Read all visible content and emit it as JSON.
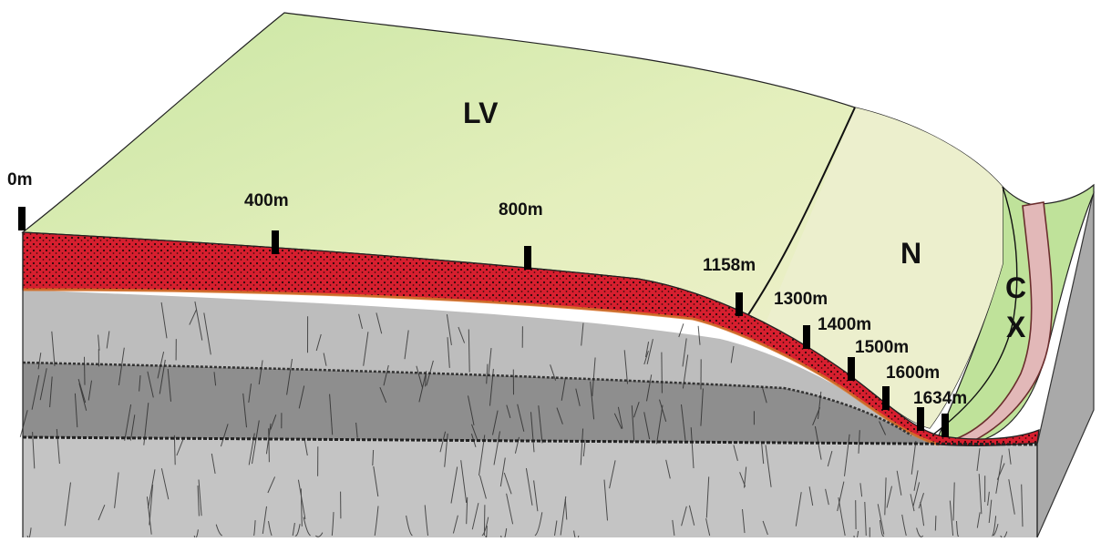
{
  "diagram": {
    "zones": {
      "lv": "LV",
      "n": "N",
      "c": "C",
      "x": "X"
    },
    "distance_markers": [
      "0m",
      "400m",
      "800m",
      "1158m",
      "1300m",
      "1400m",
      "1500m",
      "1600m",
      "1634m"
    ],
    "colors": {
      "surface_light": "#eef3c8",
      "surface_green": "#cde7a4",
      "top_soil_red": "#d3202e",
      "gray_layer": "#bdbdbd",
      "dark_layer": "#8f8f8f",
      "pale_band": "#ddb6b6",
      "ink": "#111111"
    }
  }
}
